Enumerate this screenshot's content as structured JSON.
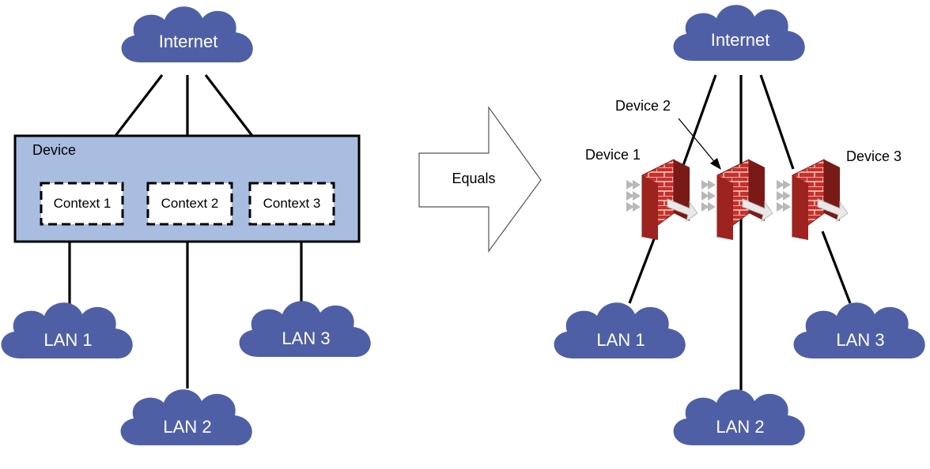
{
  "left": {
    "internet": "Internet",
    "device_label": "Device",
    "contexts": [
      "Context 1",
      "Context 2",
      "Context 3"
    ],
    "lans": [
      "LAN 1",
      "LAN 2",
      "LAN 3"
    ]
  },
  "arrow_label": "Equals",
  "right": {
    "internet": "Internet",
    "devices": [
      "Device 1",
      "Device 2",
      "Device 3"
    ],
    "lans": [
      "LAN 1",
      "LAN 2",
      "LAN 3"
    ]
  },
  "colors": {
    "cloud": "#4f5fa6",
    "device_box": "#a8bde0",
    "firewall": "#c8302a"
  },
  "icons": [
    "cloud-icon",
    "firewall-icon",
    "arrow-icon"
  ]
}
